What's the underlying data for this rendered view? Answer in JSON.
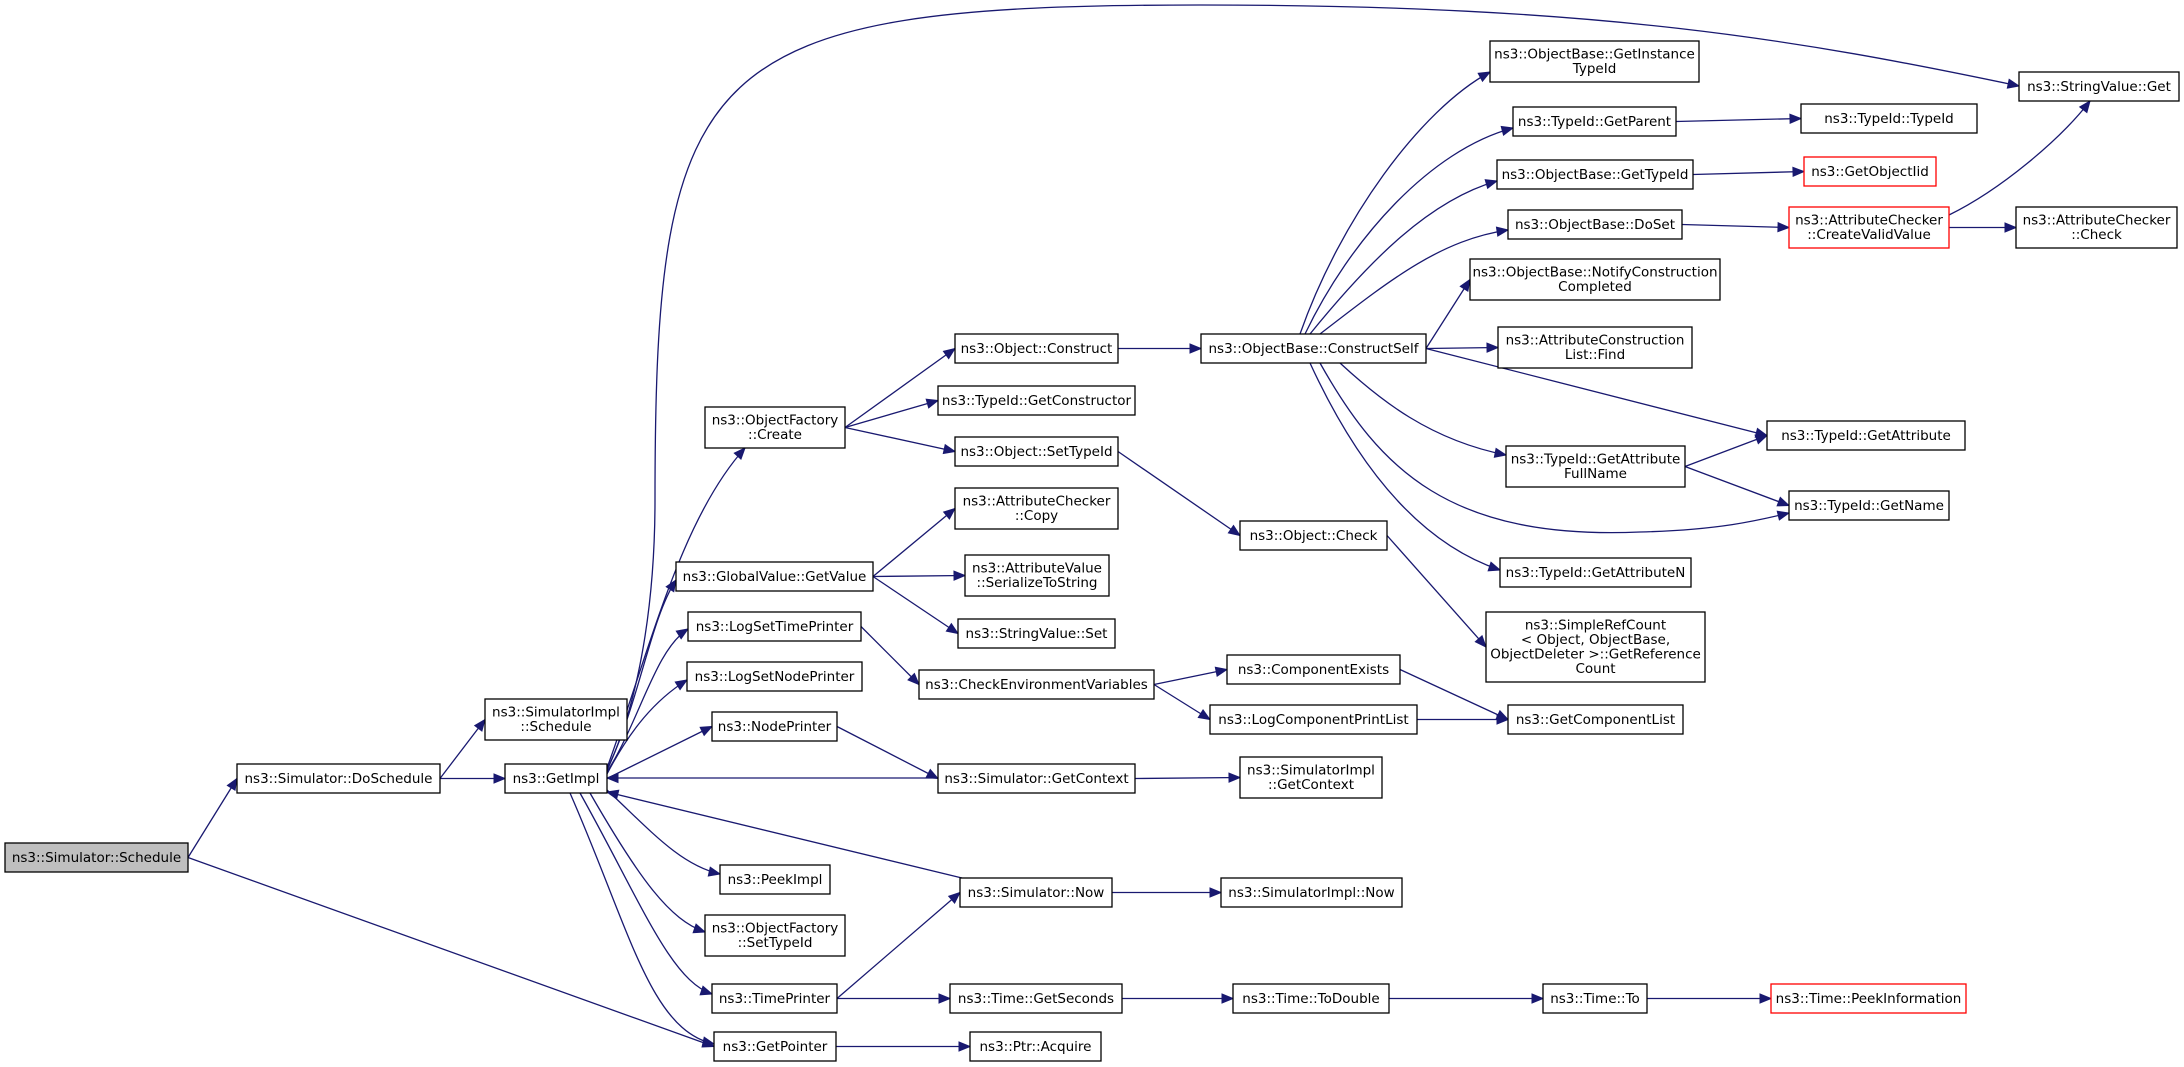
{
  "graph": {
    "type": "call-graph",
    "root": "schedule",
    "colors": {
      "edge": "#191970",
      "root_fill": "#bfbfbf",
      "missing_stroke": "#ff0000",
      "node_stroke": "#000000"
    },
    "nodes": [
      {
        "id": "schedule",
        "lines": [
          "ns3::Simulator::Schedule"
        ]
      },
      {
        "id": "doschedule",
        "lines": [
          "ns3::Simulator::DoSchedule"
        ]
      },
      {
        "id": "simimpl_schedule",
        "lines": [
          "ns3::SimulatorImpl",
          "::Schedule"
        ]
      },
      {
        "id": "getimpl",
        "lines": [
          "ns3::GetImpl"
        ]
      },
      {
        "id": "objfactory_create",
        "lines": [
          "ns3::ObjectFactory",
          "::Create"
        ]
      },
      {
        "id": "globalvalue_getvalue",
        "lines": [
          "ns3::GlobalValue::GetValue"
        ]
      },
      {
        "id": "logsettimeprinter",
        "lines": [
          "ns3::LogSetTimePrinter"
        ]
      },
      {
        "id": "logsetnodeprinter",
        "lines": [
          "ns3::LogSetNodePrinter"
        ]
      },
      {
        "id": "nodeprinter",
        "lines": [
          "ns3::NodePrinter"
        ]
      },
      {
        "id": "peekimpl",
        "lines": [
          "ns3::PeekImpl"
        ]
      },
      {
        "id": "objfactory_settypeid",
        "lines": [
          "ns3::ObjectFactory",
          "::SetTypeId"
        ]
      },
      {
        "id": "timeprinter",
        "lines": [
          "ns3::TimePrinter"
        ]
      },
      {
        "id": "getpointer",
        "lines": [
          "ns3::GetPointer"
        ]
      },
      {
        "id": "object_construct",
        "lines": [
          "ns3::Object::Construct"
        ]
      },
      {
        "id": "typeid_getconstructor",
        "lines": [
          "ns3::TypeId::GetConstructor"
        ]
      },
      {
        "id": "object_settypeid",
        "lines": [
          "ns3::Object::SetTypeId"
        ]
      },
      {
        "id": "attrchecker_copy",
        "lines": [
          "ns3::AttributeChecker",
          "::Copy"
        ]
      },
      {
        "id": "attrvalue_serialize",
        "lines": [
          "ns3::AttributeValue",
          "::SerializeToString"
        ]
      },
      {
        "id": "stringvalue_set",
        "lines": [
          "ns3::StringValue::Set"
        ]
      },
      {
        "id": "checkenvvars",
        "lines": [
          "ns3::CheckEnvironmentVariables"
        ]
      },
      {
        "id": "sim_getcontext",
        "lines": [
          "ns3::Simulator::GetContext"
        ]
      },
      {
        "id": "sim_now",
        "lines": [
          "ns3::Simulator::Now"
        ]
      },
      {
        "id": "time_getseconds",
        "lines": [
          "ns3::Time::GetSeconds"
        ]
      },
      {
        "id": "ptr_acquire",
        "lines": [
          "ns3::Ptr::Acquire"
        ]
      },
      {
        "id": "objbase_constructself",
        "lines": [
          "ns3::ObjectBase::ConstructSelf"
        ]
      },
      {
        "id": "object_check",
        "lines": [
          "ns3::Object::Check"
        ]
      },
      {
        "id": "componentexists",
        "lines": [
          "ns3::ComponentExists"
        ]
      },
      {
        "id": "logcomponentprintlist",
        "lines": [
          "ns3::LogComponentPrintList"
        ]
      },
      {
        "id": "simimpl_getcontext",
        "lines": [
          "ns3::SimulatorImpl",
          "::GetContext"
        ]
      },
      {
        "id": "simimpl_now",
        "lines": [
          "ns3::SimulatorImpl::Now"
        ]
      },
      {
        "id": "time_todouble",
        "lines": [
          "ns3::Time::ToDouble"
        ]
      },
      {
        "id": "objbase_getinstancetypeid",
        "lines": [
          "ns3::ObjectBase::GetInstance",
          "TypeId"
        ]
      },
      {
        "id": "typeid_getparent",
        "lines": [
          "ns3::TypeId::GetParent"
        ]
      },
      {
        "id": "objbase_gettypeid",
        "lines": [
          "ns3::ObjectBase::GetTypeId"
        ]
      },
      {
        "id": "objbase_doset",
        "lines": [
          "ns3::ObjectBase::DoSet"
        ]
      },
      {
        "id": "objbase_notify",
        "lines": [
          "ns3::ObjectBase::NotifyConstruction",
          "Completed"
        ]
      },
      {
        "id": "attrconstruction_find",
        "lines": [
          "ns3::AttributeConstruction",
          "List::Find"
        ]
      },
      {
        "id": "typeid_getattrfullname",
        "lines": [
          "ns3::TypeId::GetAttribute",
          "FullName"
        ]
      },
      {
        "id": "typeid_getattrn",
        "lines": [
          "ns3::TypeId::GetAttributeN"
        ]
      },
      {
        "id": "simplerefcount",
        "lines": [
          "ns3::SimpleRefCount",
          "< Object, ObjectBase,",
          " ObjectDeleter >::GetReference",
          "Count"
        ]
      },
      {
        "id": "getcomponentlist",
        "lines": [
          "ns3::GetComponentList"
        ]
      },
      {
        "id": "time_to",
        "lines": [
          "ns3::Time::To"
        ]
      },
      {
        "id": "typeid_typeid",
        "lines": [
          "ns3::TypeId::TypeId"
        ]
      },
      {
        "id": "getobjectiid",
        "lines": [
          "ns3::GetObjectIid"
        ],
        "missing": true
      },
      {
        "id": "attrchecker_createvalid",
        "lines": [
          "ns3::AttributeChecker",
          "::CreateValidValue"
        ],
        "missing": true
      },
      {
        "id": "typeid_getattribute",
        "lines": [
          "ns3::TypeId::GetAttribute"
        ]
      },
      {
        "id": "typeid_getname",
        "lines": [
          "ns3::TypeId::GetName"
        ]
      },
      {
        "id": "time_peekinfo",
        "lines": [
          "ns3::Time::PeekInformation"
        ],
        "missing": true
      },
      {
        "id": "stringvalue_get",
        "lines": [
          "ns3::StringValue::Get"
        ]
      },
      {
        "id": "attrchecker_check",
        "lines": [
          "ns3::AttributeChecker",
          "::Check"
        ]
      }
    ],
    "edges": [
      [
        "schedule",
        "doschedule"
      ],
      [
        "schedule",
        "getpointer"
      ],
      [
        "doschedule",
        "simimpl_schedule"
      ],
      [
        "doschedule",
        "getimpl"
      ],
      [
        "getimpl",
        "objfactory_create"
      ],
      [
        "getimpl",
        "globalvalue_getvalue"
      ],
      [
        "getimpl",
        "logsettimeprinter"
      ],
      [
        "getimpl",
        "logsetnodeprinter"
      ],
      [
        "getimpl",
        "nodeprinter"
      ],
      [
        "getimpl",
        "peekimpl"
      ],
      [
        "getimpl",
        "objfactory_settypeid"
      ],
      [
        "getimpl",
        "timeprinter"
      ],
      [
        "getimpl",
        "getpointer"
      ],
      [
        "getimpl",
        "stringvalue_get"
      ],
      [
        "objfactory_create",
        "object_construct"
      ],
      [
        "objfactory_create",
        "typeid_getconstructor"
      ],
      [
        "objfactory_create",
        "object_settypeid"
      ],
      [
        "globalvalue_getvalue",
        "attrchecker_copy"
      ],
      [
        "globalvalue_getvalue",
        "attrvalue_serialize"
      ],
      [
        "globalvalue_getvalue",
        "stringvalue_set"
      ],
      [
        "logsettimeprinter",
        "checkenvvars"
      ],
      [
        "nodeprinter",
        "sim_getcontext"
      ],
      [
        "timeprinter",
        "sim_now"
      ],
      [
        "timeprinter",
        "time_getseconds"
      ],
      [
        "getpointer",
        "ptr_acquire"
      ],
      [
        "object_construct",
        "objbase_constructself"
      ],
      [
        "object_settypeid",
        "object_check"
      ],
      [
        "checkenvvars",
        "componentexists"
      ],
      [
        "checkenvvars",
        "logcomponentprintlist"
      ],
      [
        "sim_getcontext",
        "getimpl"
      ],
      [
        "sim_getcontext",
        "simimpl_getcontext"
      ],
      [
        "sim_now",
        "getimpl"
      ],
      [
        "sim_now",
        "simimpl_now"
      ],
      [
        "time_getseconds",
        "time_todouble"
      ],
      [
        "objbase_constructself",
        "objbase_getinstancetypeid"
      ],
      [
        "objbase_constructself",
        "typeid_getparent"
      ],
      [
        "objbase_constructself",
        "objbase_gettypeid"
      ],
      [
        "objbase_constructself",
        "objbase_doset"
      ],
      [
        "objbase_constructself",
        "objbase_notify"
      ],
      [
        "objbase_constructself",
        "attrconstruction_find"
      ],
      [
        "objbase_constructself",
        "typeid_getattribute"
      ],
      [
        "objbase_constructself",
        "typeid_getattrfullname"
      ],
      [
        "objbase_constructself",
        "typeid_getname"
      ],
      [
        "objbase_constructself",
        "typeid_getattrn"
      ],
      [
        "object_check",
        "simplerefcount"
      ],
      [
        "componentexists",
        "getcomponentlist"
      ],
      [
        "logcomponentprintlist",
        "getcomponentlist"
      ],
      [
        "time_todouble",
        "time_to"
      ],
      [
        "typeid_getparent",
        "typeid_typeid"
      ],
      [
        "objbase_gettypeid",
        "getobjectiid"
      ],
      [
        "objbase_doset",
        "attrchecker_createvalid"
      ],
      [
        "typeid_getattrfullname",
        "typeid_getattribute"
      ],
      [
        "typeid_getattrfullname",
        "typeid_getname"
      ],
      [
        "time_to",
        "time_peekinfo"
      ],
      [
        "attrchecker_createvalid",
        "stringvalue_get"
      ],
      [
        "attrchecker_createvalid",
        "attrchecker_check"
      ]
    ]
  }
}
